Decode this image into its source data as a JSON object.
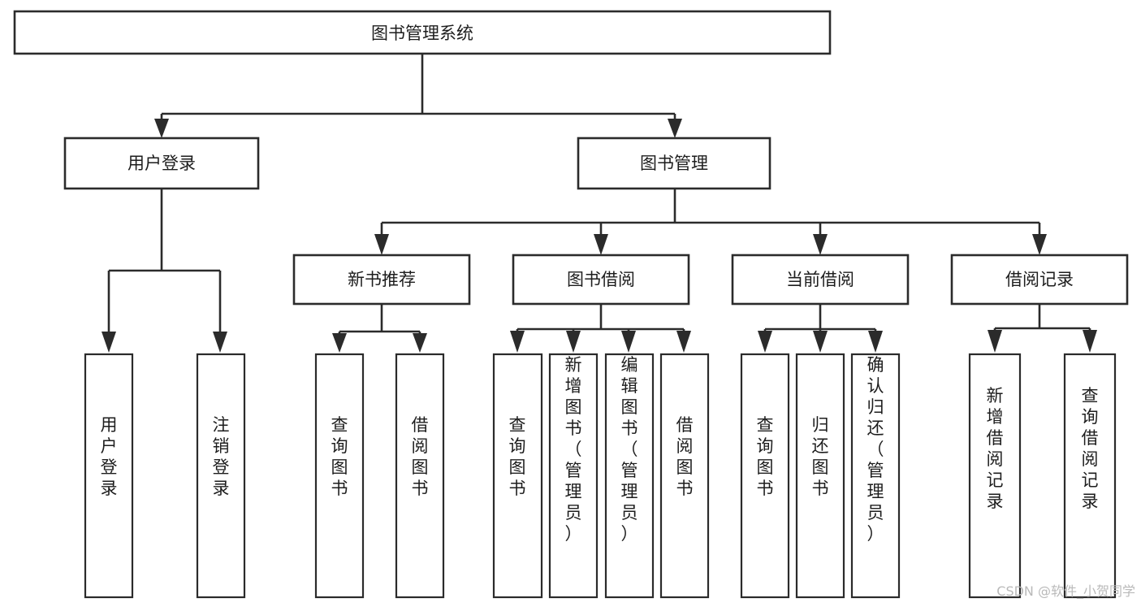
{
  "diagram": {
    "title": "图书管理系统",
    "type": "tree-hierarchy",
    "orientation": "top-down",
    "colors": {
      "box_stroke": "#2b2b2b",
      "box_fill": "#ffffff",
      "connector": "#2b2b2b",
      "text": "#1d1d1d",
      "background": "#ffffff",
      "watermark": "#b9b9b9"
    },
    "root": {
      "label": "图书管理系统"
    },
    "level2": [
      {
        "label": "用户登录"
      },
      {
        "label": "图书管理"
      }
    ],
    "level3": [
      {
        "label": "新书推荐"
      },
      {
        "label": "图书借阅"
      },
      {
        "label": "当前借阅"
      },
      {
        "label": "借阅记录"
      }
    ],
    "leaves": {
      "user_login": [
        {
          "label": "用户登录"
        },
        {
          "label": "注销登录"
        }
      ],
      "new_book_recommend": [
        {
          "label": "查询图书"
        },
        {
          "label": "借阅图书"
        }
      ],
      "book_borrow": [
        {
          "label": "查询图书"
        },
        {
          "label": "新增图书（管理员）"
        },
        {
          "label": "编辑图书（管理员）"
        },
        {
          "label": "借阅图书"
        }
      ],
      "current_borrow": [
        {
          "label": "查询图书"
        },
        {
          "label": "归还图书"
        },
        {
          "label": "确认归还（管理员）"
        }
      ],
      "borrow_record": [
        {
          "label": "新增借阅记录"
        },
        {
          "label": "查询借阅记录"
        }
      ]
    }
  },
  "watermark": {
    "text": "CSDN @软件_小贺同学"
  }
}
